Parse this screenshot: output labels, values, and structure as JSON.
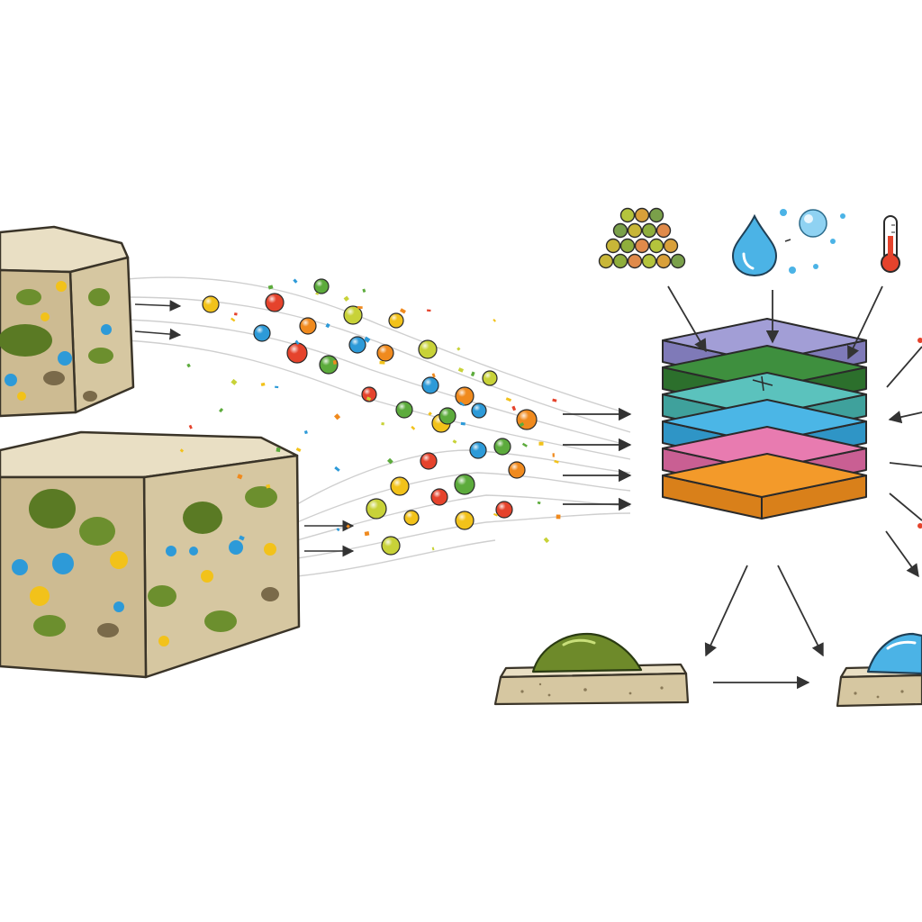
{
  "palette": {
    "rock_top": "#e9dfc4",
    "rock_side": "#d6c7a1",
    "rock_front": "#cdbb92",
    "rock_outline": "#3a3428",
    "pore_green": "#6c8f2e",
    "pore_dark": "#5a7a24",
    "ink": "#2a2a2a",
    "arrow": "#333333",
    "stream": "#c9c9c9"
  },
  "particle_colors": [
    "#f2c21a",
    "#e5432c",
    "#5cab3c",
    "#2d9ad8",
    "#f08a1e",
    "#c8d238"
  ],
  "layers": [
    {
      "name": "orange-layer",
      "color": "#f39a2a",
      "side": "#d9801a"
    },
    {
      "name": "pink-layer",
      "color": "#e87bb0",
      "side": "#c95f93"
    },
    {
      "name": "blue-layer",
      "color": "#4bb6e6",
      "side": "#2f95c6"
    },
    {
      "name": "teal-layer",
      "color": "#5bc2bd",
      "side": "#3fa19c"
    },
    {
      "name": "green-layer",
      "color": "#3e8f3e",
      "side": "#2c6f2c"
    },
    {
      "name": "purple-layer",
      "color": "#a29ed6",
      "side": "#7f7ab8"
    }
  ],
  "icons": [
    "particle-pile-icon",
    "water-drop-icon",
    "thermometer-icon"
  ],
  "outputs": [
    {
      "name": "oil-blob-on-slab",
      "color": "#6e8a2a"
    },
    {
      "name": "water-drop-on-slab",
      "color": "#4bb3e6"
    }
  ]
}
